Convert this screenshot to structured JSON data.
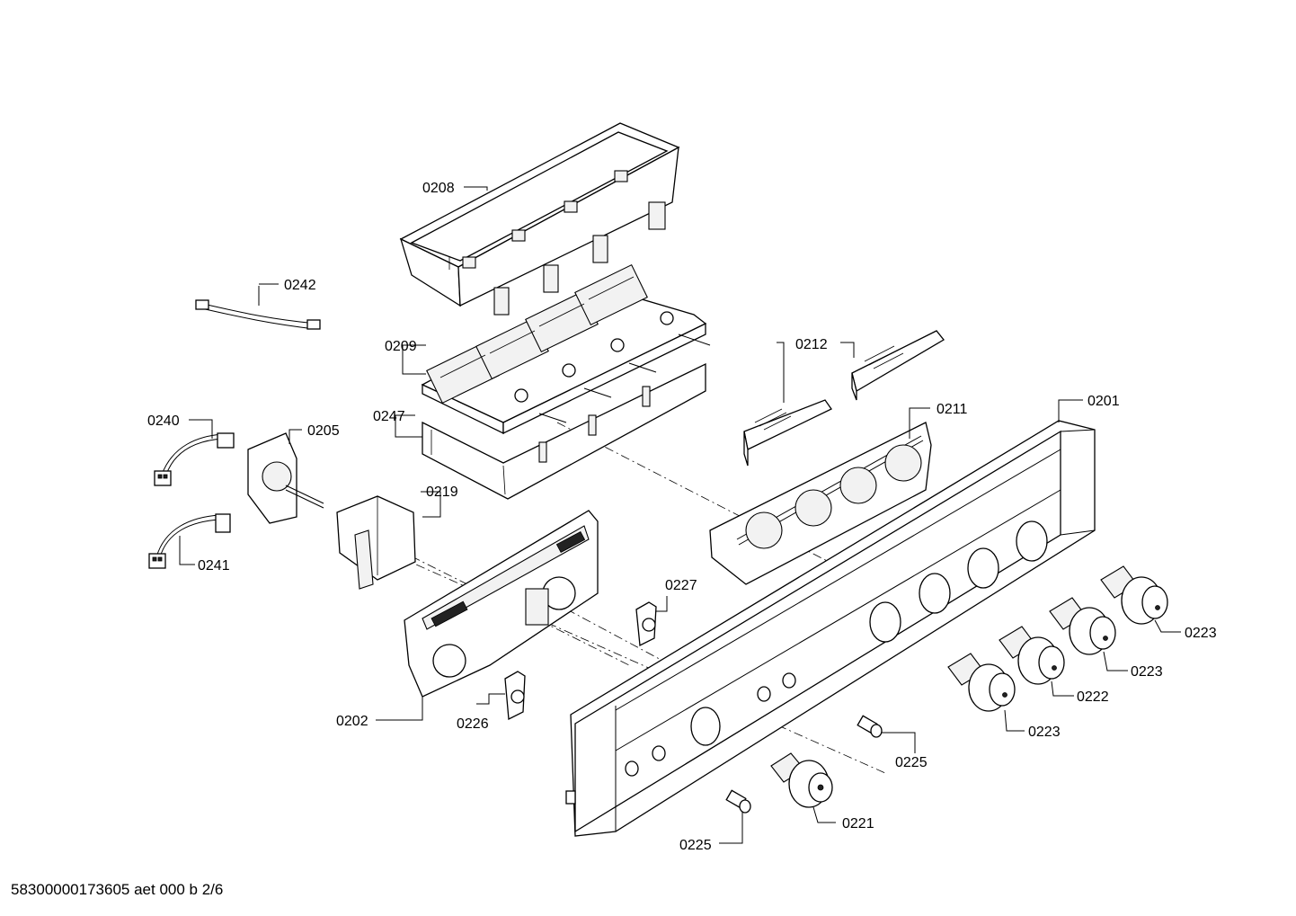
{
  "footer_text": "58300000173605 aet 000 b 2/6",
  "callouts": {
    "c0208": "0208",
    "c0242": "0242",
    "c0209": "0209",
    "c0212": "0212",
    "c0247": "0247",
    "c0201": "0201",
    "c0211": "0211",
    "c0240": "0240",
    "c0205": "0205",
    "c0219": "0219",
    "c0241": "0241",
    "c0227": "0227",
    "c0223a": "0223",
    "c0223b": "0223",
    "c0222": "0222",
    "c0223c": "0223",
    "c0202": "0202",
    "c0226": "0226",
    "c0225a": "0225",
    "c0221": "0221",
    "c0225b": "0225"
  }
}
